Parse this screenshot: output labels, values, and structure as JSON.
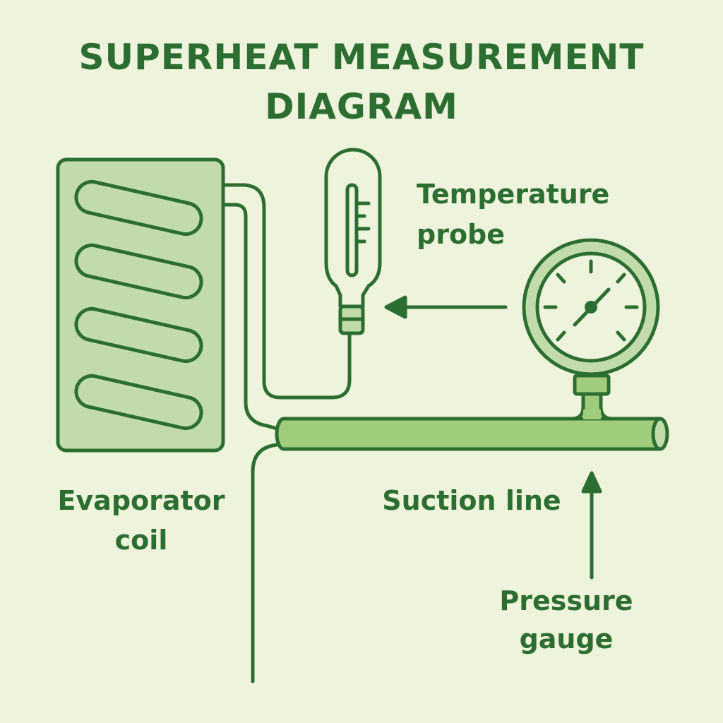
{
  "title": {
    "line1": "SUPERHEAT MEASUREMENT",
    "line2": "DIAGRAM"
  },
  "labels": {
    "evaporator_line1": "Evaporator",
    "evaporator_line2": "coil",
    "probe_line1": "Temperature",
    "probe_line2": "probe",
    "suction": "Suction line",
    "gauge_line1": "Pressure",
    "gauge_line2": "gauge"
  },
  "colors": {
    "background": "#eef3dc",
    "outline": "#2c6e31",
    "coil_fill": "#c1dcaa",
    "pipe_fill": "#9fcd7b",
    "gauge_face": "#eef3dc"
  },
  "icons": [
    "evaporator-coil",
    "thermometer-icon",
    "pressure-gauge-icon",
    "arrow-left-icon",
    "arrow-up-icon"
  ]
}
